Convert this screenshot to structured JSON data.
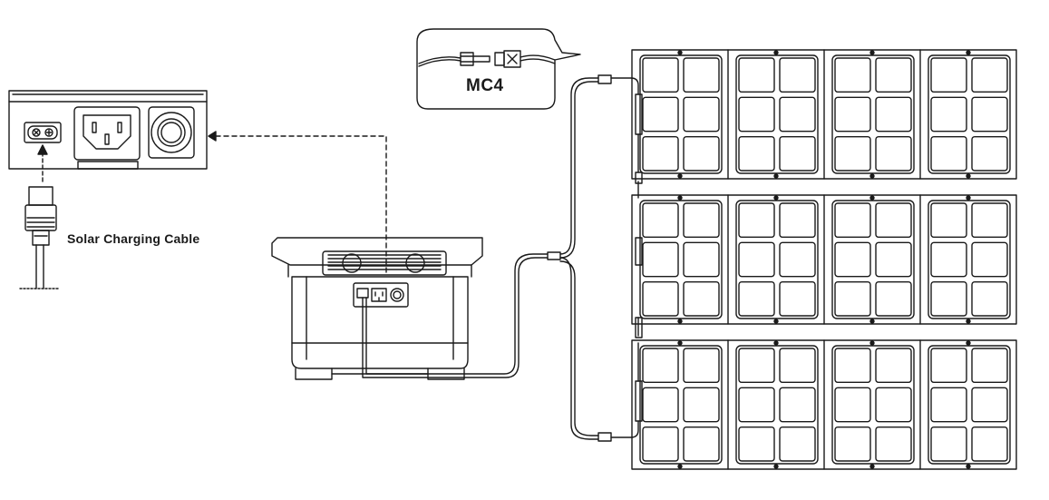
{
  "labels": {
    "solar_cable": "Solar Charging Cable",
    "connector": "MC4"
  },
  "icons": {
    "panel_port": "panel-port-closeup",
    "power_station": "power-station-icon",
    "solar_panel": "solar-panel-icon",
    "connector": "mc4-connector-icon"
  },
  "colors": {
    "line": "#1a1a1a",
    "background": "#ffffff"
  },
  "solar_panels": [
    {
      "folds": 4
    },
    {
      "folds": 4
    },
    {
      "folds": 4
    }
  ]
}
